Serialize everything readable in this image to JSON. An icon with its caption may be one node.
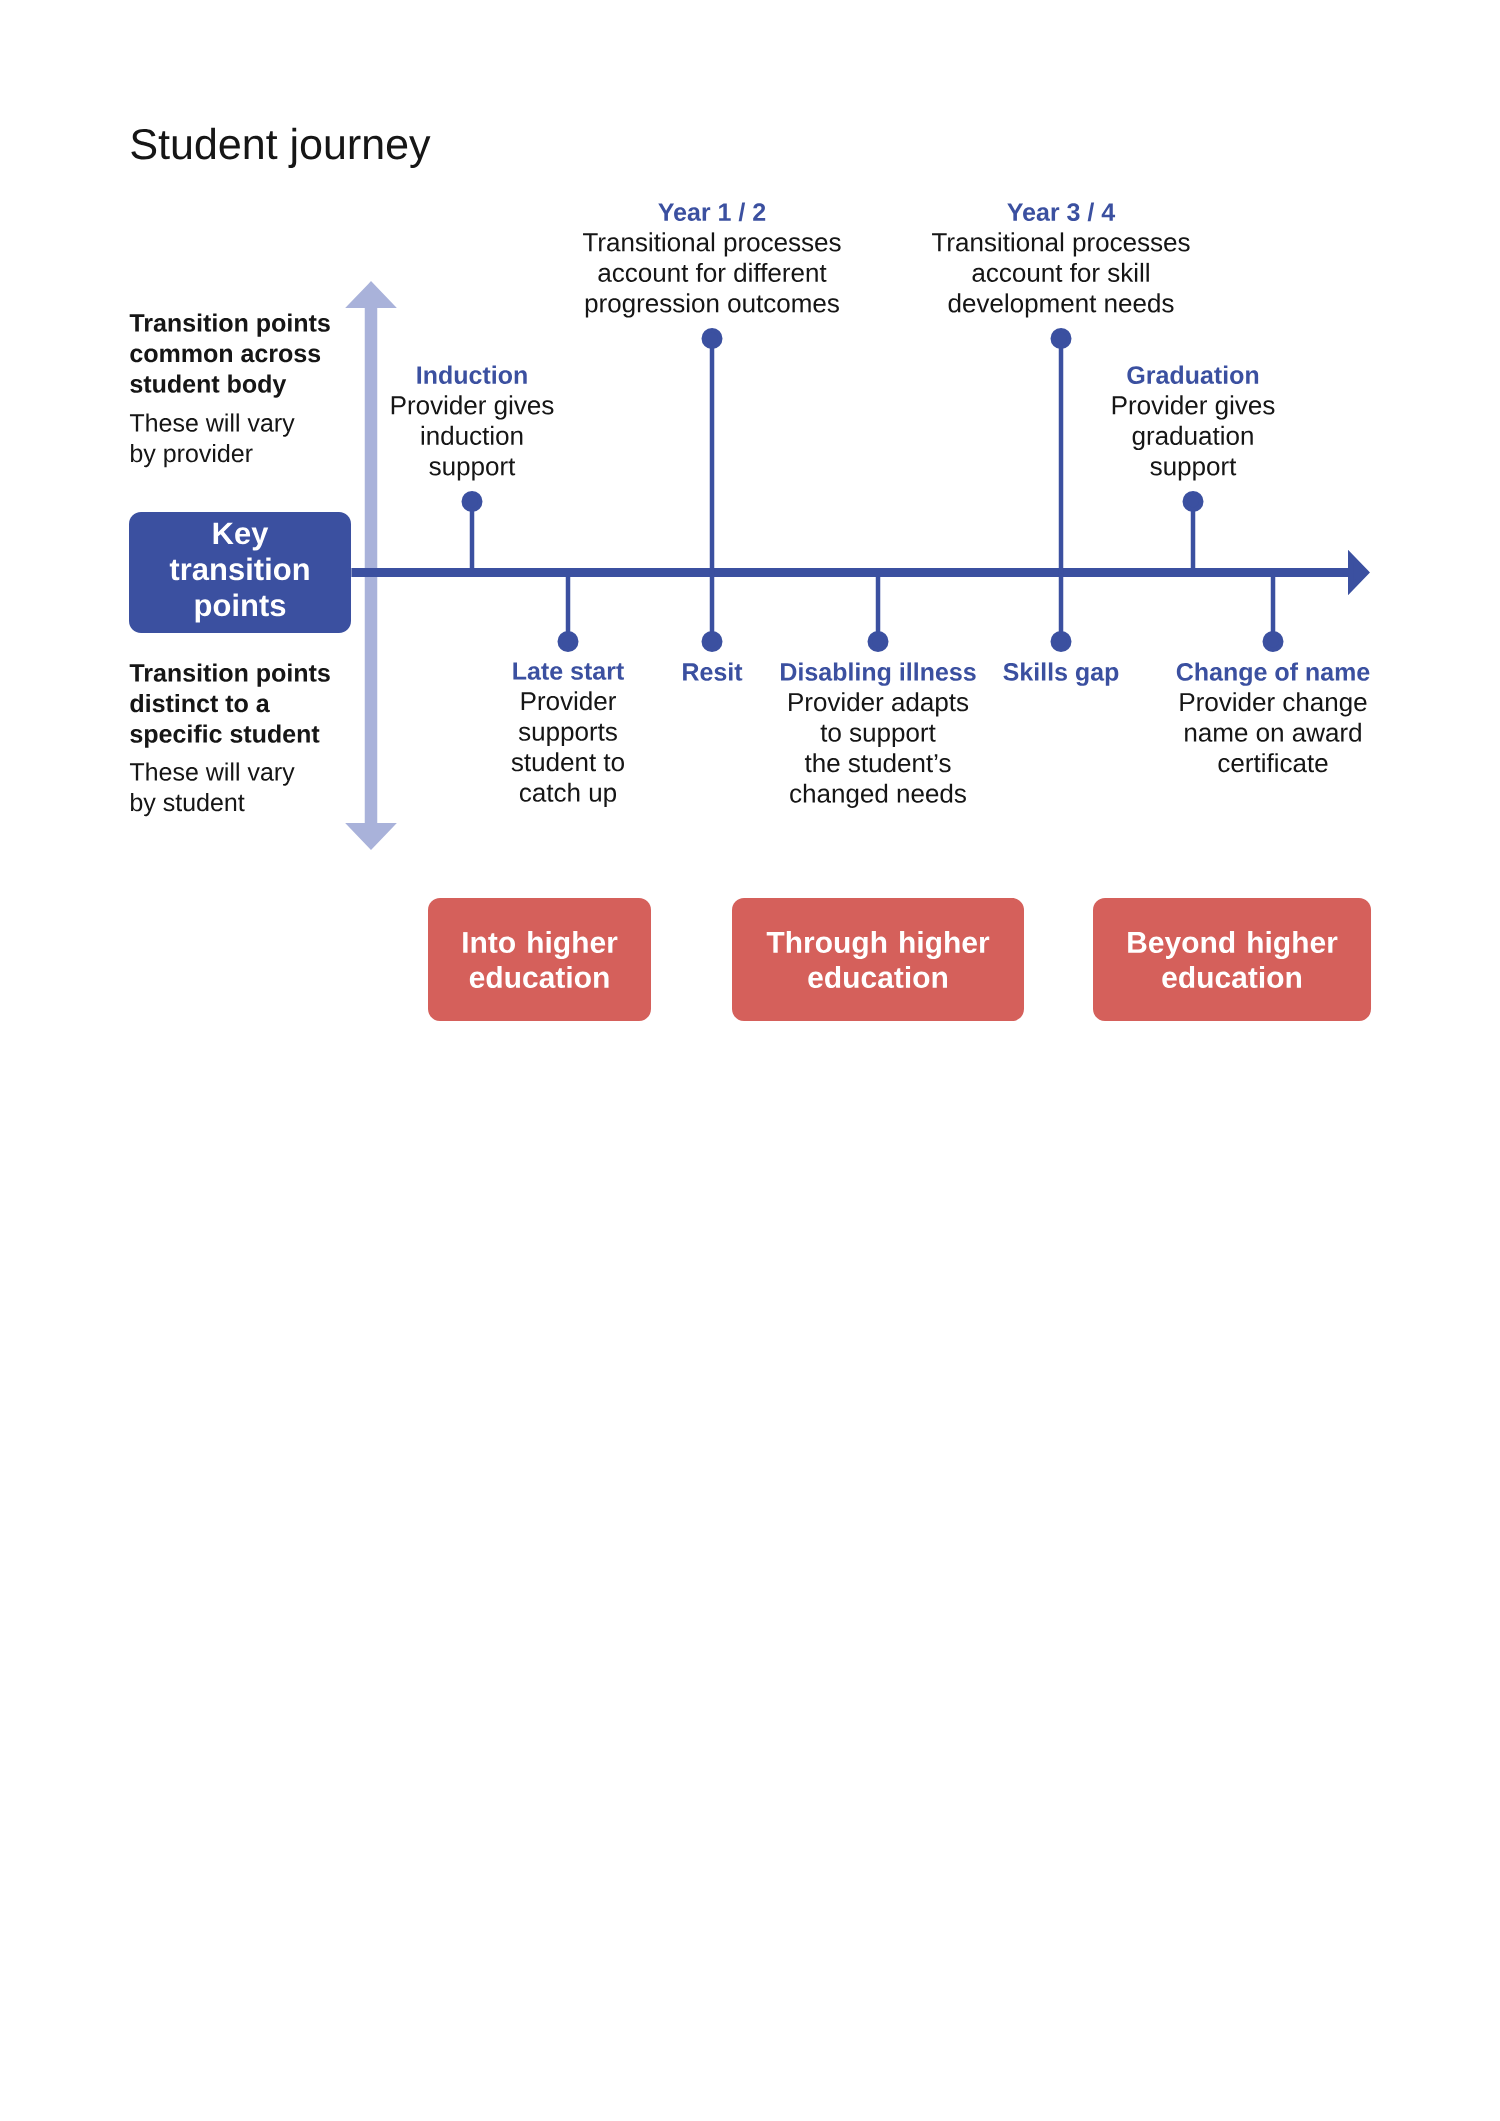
{
  "diagram": {
    "title": "Student journey",
    "nodes": [
      {
        "text": [
          "Key transition points"
        ]
      },
      {
        "text": [
          "Induction",
          "Provider gives induction support"
        ]
      },
      {
        "text": [
          "Year 1 / 2",
          "Transitional processes account for different progression outcomes"
        ]
      },
      {
        "text": [
          "Year 3 / 4",
          "Transitional processes account for skill development needs"
        ]
      },
      {
        "text": [
          "Graduation",
          "Provider gives graduation support"
        ]
      },
      {
        "text": [
          "Late start",
          "Provider supports student to catch up"
        ]
      },
      {
        "text": [
          "Resit"
        ]
      },
      {
        "text": [
          "Disabling illness",
          "Provider adapts to support the student’s changed needs"
        ]
      },
      {
        "text": [
          "Skills gap"
        ]
      },
      {
        "text": [
          "Change of name",
          "Provider change name on award certificate"
        ]
      },
      {
        "text": [
          "Into higher education"
        ]
      },
      {
        "text": [
          "Through higher education"
        ]
      },
      {
        "text": [
          "Beyond higher education"
        ]
      }
    ],
    "edges": [
      {
        "from": 0,
        "to": null,
        "arrow": "to",
        "style": "thick"
      },
      {
        "from": 1,
        "to": null,
        "arrow": "other"
      },
      {
        "from": 2,
        "to": 6,
        "arrow": "other"
      },
      {
        "from": 3,
        "to": 8,
        "arrow": "other"
      },
      {
        "from": 4,
        "to": null,
        "arrow": "other"
      },
      {
        "from": 5,
        "to": null,
        "arrow": "other"
      },
      {
        "from": 7,
        "to": null,
        "arrow": "other"
      },
      {
        "from": 9,
        "to": null,
        "arrow": "other"
      }
    ],
    "labels": [
      "Transition points common across student body",
      "These will vary by provider",
      "Transition points distinct to a specific student",
      "These will vary by student"
    ]
  }
}
